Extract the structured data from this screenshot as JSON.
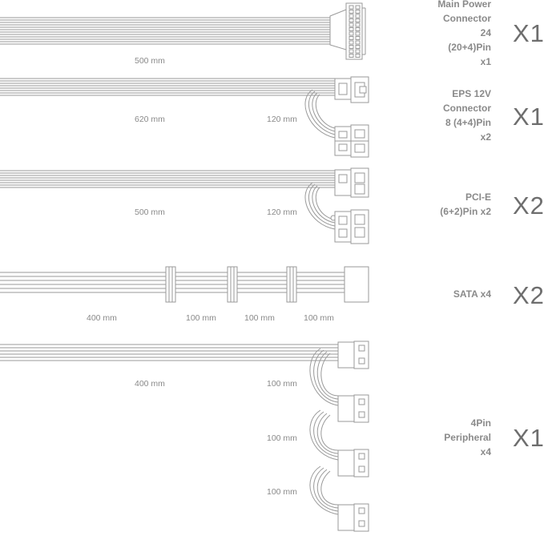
{
  "cables": [
    {
      "label_lines": [
        "Main Power",
        "Connector",
        "24",
        "(20+4)Pin",
        "x1"
      ],
      "quantity": "X1",
      "lengths": [
        "500 mm"
      ]
    },
    {
      "label_lines": [
        "EPS 12V",
        "Connector",
        "8 (4+4)Pin",
        "x2"
      ],
      "quantity": "X1",
      "lengths": [
        "620 mm",
        "120 mm"
      ]
    },
    {
      "label_lines": [
        "PCI-E",
        "(6+2)Pin x2"
      ],
      "quantity": "X2",
      "lengths": [
        "500 mm",
        "120 mm"
      ]
    },
    {
      "label_lines": [
        "SATA x4"
      ],
      "quantity": "X2",
      "lengths": [
        "400 mm",
        "100 mm",
        "100 mm",
        "100 mm"
      ]
    },
    {
      "label_lines": [
        "4Pin",
        "Peripheral",
        "x4"
      ],
      "quantity": "X1",
      "lengths": [
        "400 mm",
        "100 mm",
        "100 mm",
        "100 mm"
      ]
    }
  ],
  "colors": {
    "line": "#9a9a9a",
    "text": "#8a8a8a",
    "quantity": "#6e6e6e"
  }
}
